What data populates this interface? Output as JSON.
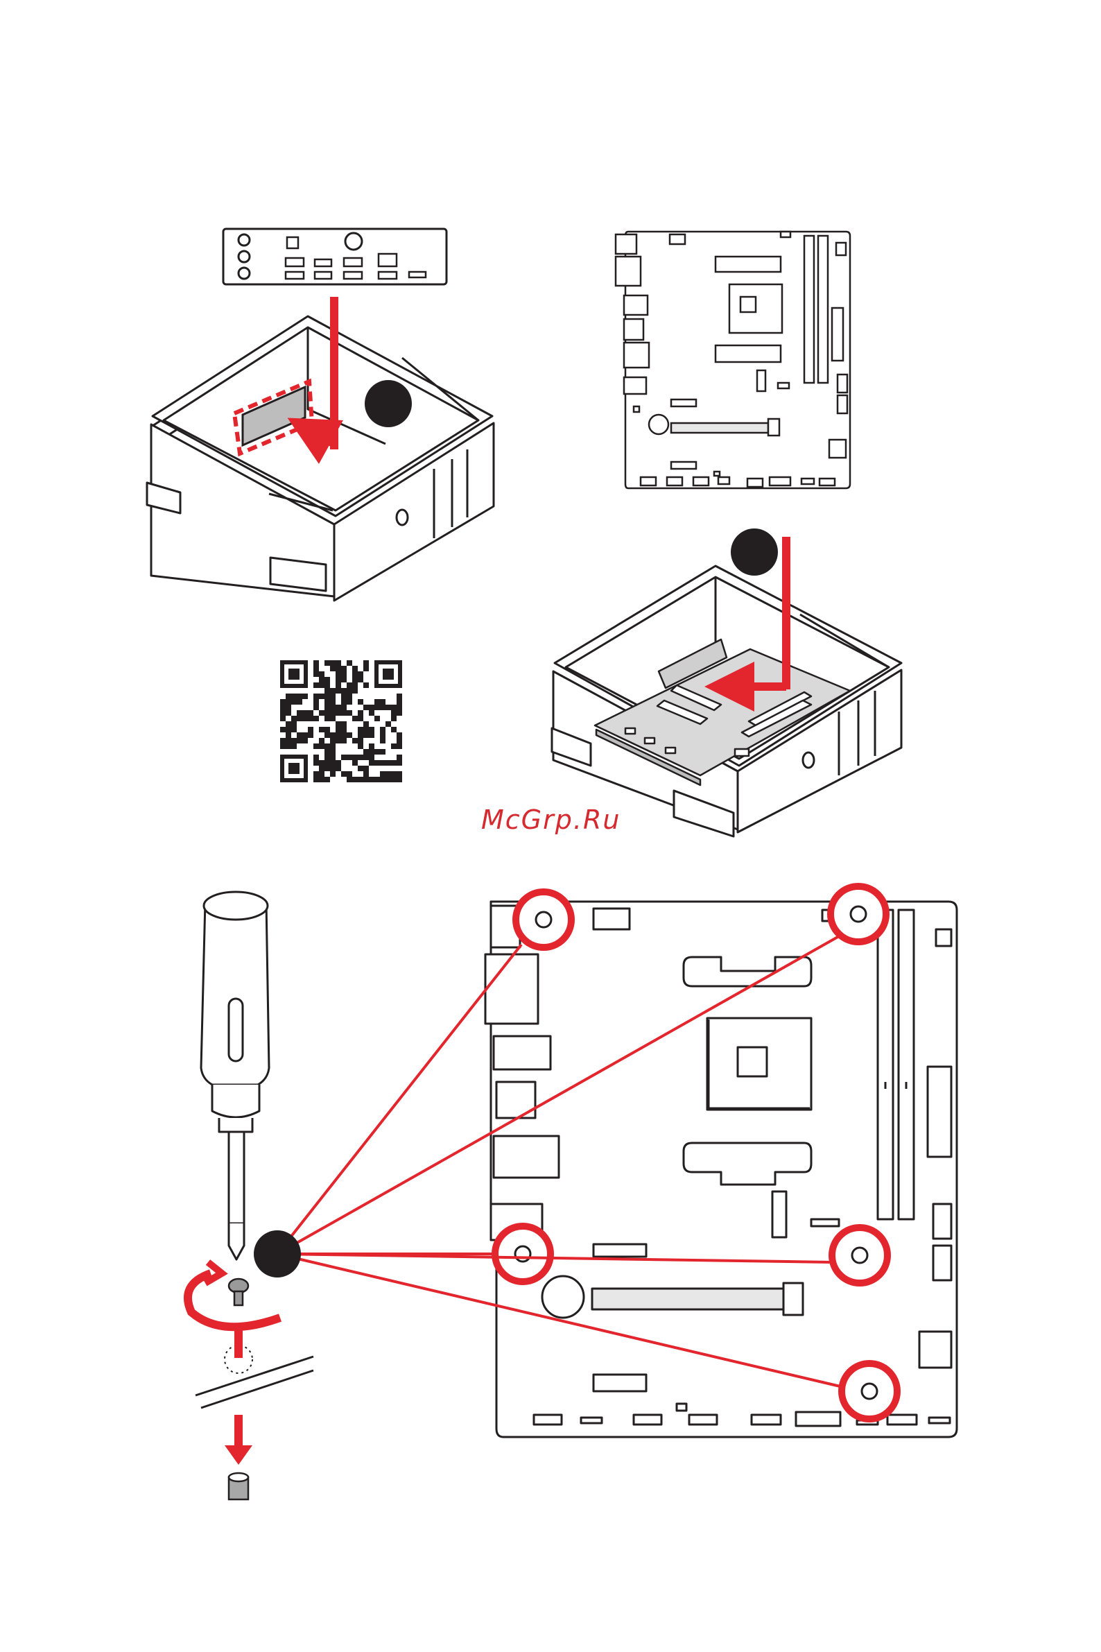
{
  "watermark": {
    "text": "McGrp.Ru"
  },
  "colors": {
    "accent": "#e3262d",
    "line": "#231f20",
    "board_fill": "#f1f1f1",
    "slot_fill": "#e7e7e7"
  },
  "icons": {
    "step_marker": "black-circle",
    "screw_hole": "screw-hole-icon",
    "qr": "qr-code"
  }
}
